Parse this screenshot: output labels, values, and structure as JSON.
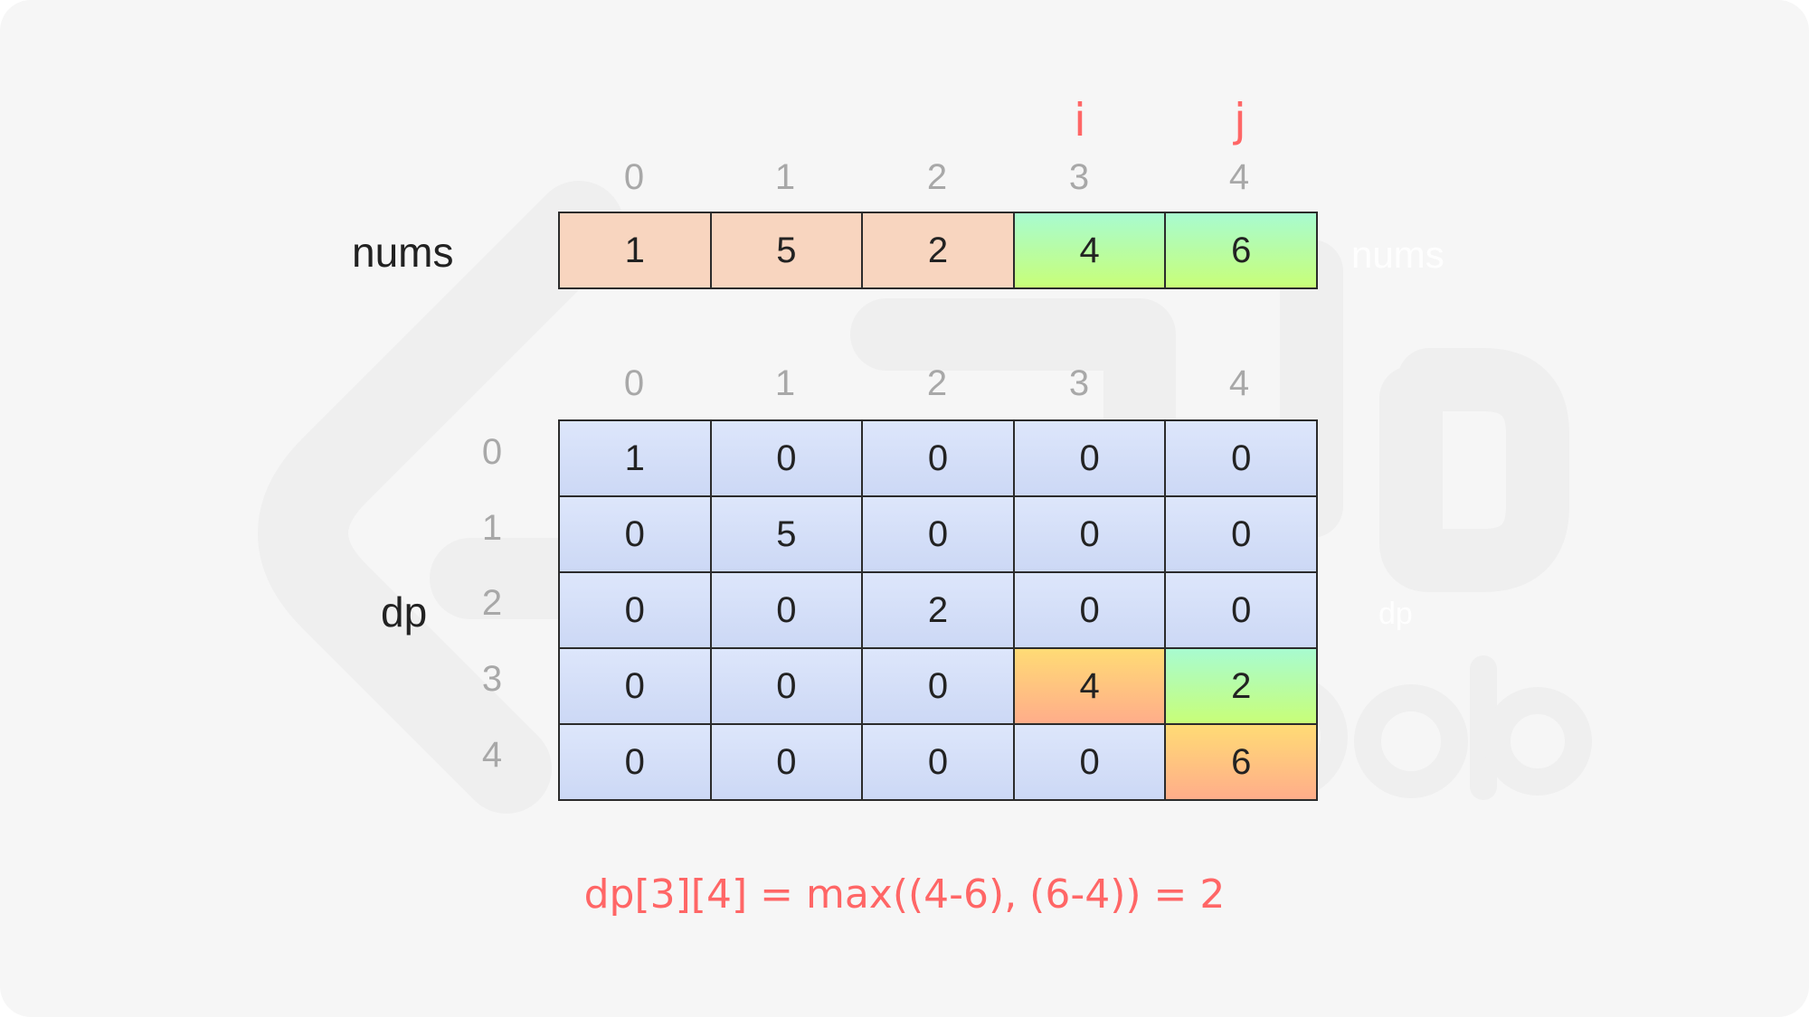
{
  "nums": {
    "label": "nums",
    "indices": [
      "0",
      "1",
      "2",
      "3",
      "4"
    ],
    "values": [
      "1",
      "5",
      "2",
      "4",
      "6"
    ],
    "cell_styles": [
      "peach",
      "peach",
      "peach",
      "green",
      "green"
    ],
    "pointers": [
      {
        "name": "i",
        "index": 3
      },
      {
        "name": "j",
        "index": 4
      }
    ]
  },
  "dp": {
    "label": "dp",
    "col_indices": [
      "0",
      "1",
      "2",
      "3",
      "4"
    ],
    "row_indices": [
      "0",
      "1",
      "2",
      "3",
      "4"
    ],
    "rows": [
      [
        "1",
        "0",
        "0",
        "0",
        "0"
      ],
      [
        "0",
        "5",
        "0",
        "0",
        "0"
      ],
      [
        "0",
        "0",
        "2",
        "0",
        "0"
      ],
      [
        "0",
        "0",
        "0",
        "4",
        "2"
      ],
      [
        "0",
        "0",
        "0",
        "0",
        "6"
      ]
    ],
    "highlights": [
      {
        "row": 3,
        "col": 3,
        "style": "orange"
      },
      {
        "row": 3,
        "col": 4,
        "style": "green"
      },
      {
        "row": 4,
        "col": 4,
        "style": "orange"
      }
    ]
  },
  "formula": "dp[3][4] = max((4-6), (6-4)) = 2",
  "watermark": {
    "brand": "LeetCode",
    "ghost_labels": [
      "nums",
      "dp"
    ]
  },
  "colors": {
    "background": "#f6f6f6",
    "pointer_red": "#ff6666",
    "index_gray": "#a8a8a8",
    "nums_peach": "#f8d5bf",
    "highlight_green_top": "#a8fbd0",
    "highlight_green_bottom": "#c8fe78",
    "dp_blue_top": "#dde6fb",
    "dp_blue_bottom": "#ccd8f5",
    "highlight_orange_top": "#ffdb75",
    "highlight_orange_bottom": "#ffad8a",
    "border": "#2b2b2b"
  }
}
